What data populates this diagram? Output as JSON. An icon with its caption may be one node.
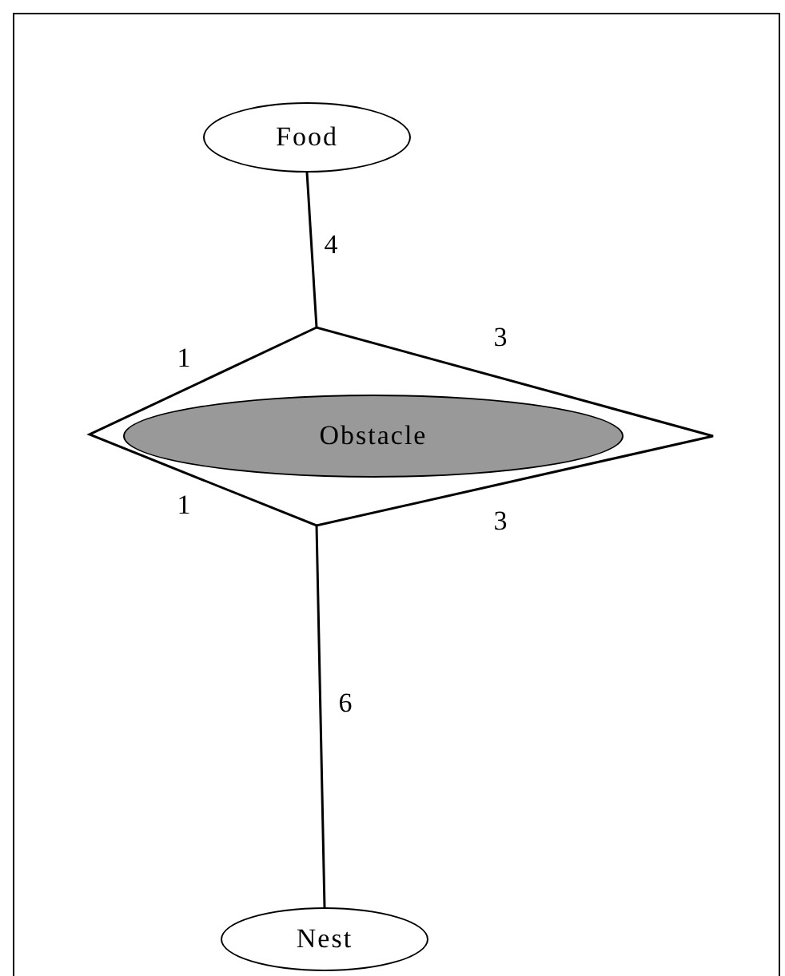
{
  "diagram": {
    "nodes": [
      {
        "text": [
          "Food"
        ]
      },
      {
        "text": [],
        "shape": "diamond"
      },
      {
        "text": [
          "Obstacle"
        ],
        "in": 1
      },
      {
        "text": [
          "Nest"
        ]
      }
    ],
    "edges": [
      {
        "from": 0,
        "to": 1,
        "arrow": "none",
        "label": "4"
      },
      {
        "from": 1,
        "to": 3,
        "arrow": "none",
        "label": "6"
      }
    ],
    "labels": [
      "1",
      "3",
      "1",
      "3"
    ]
  }
}
